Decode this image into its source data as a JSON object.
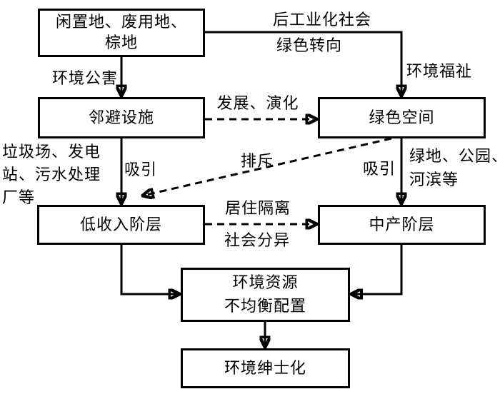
{
  "nodes": {
    "idle_land": {
      "line1": "闲置地、废用地、",
      "line2": "棕地"
    },
    "nimby_facility": {
      "label": "邻避设施"
    },
    "green_space": {
      "label": "绿色空间"
    },
    "low_income": {
      "label": "低收入阶层"
    },
    "middle_class": {
      "label": "中产阶层"
    },
    "resource_allocation": {
      "line1": "环境资源",
      "line2": "不均衡配置"
    },
    "gentrification": {
      "label": "环境绅士化"
    }
  },
  "edge_labels": {
    "env_pollution": "环境公害",
    "post_industrial_society": "后工业化社会",
    "green_turn": "绿色转向",
    "env_welfare": "环境福祉",
    "develop_evolve": "发展、演化",
    "nimby_examples": {
      "line1": "垃圾场、发电",
      "line2": "站、污水处理",
      "line3": "厂等"
    },
    "attract_left": "吸引",
    "repel": "排斥",
    "attract_right": "吸引",
    "green_examples": {
      "line1": "绿地、公园、",
      "line2": "河滨等"
    },
    "residential_segregation": "居住隔离",
    "social_differentiation": "社会分异"
  },
  "colors": {
    "line": "#000000",
    "text": "#000000",
    "background": "#ffffff"
  }
}
